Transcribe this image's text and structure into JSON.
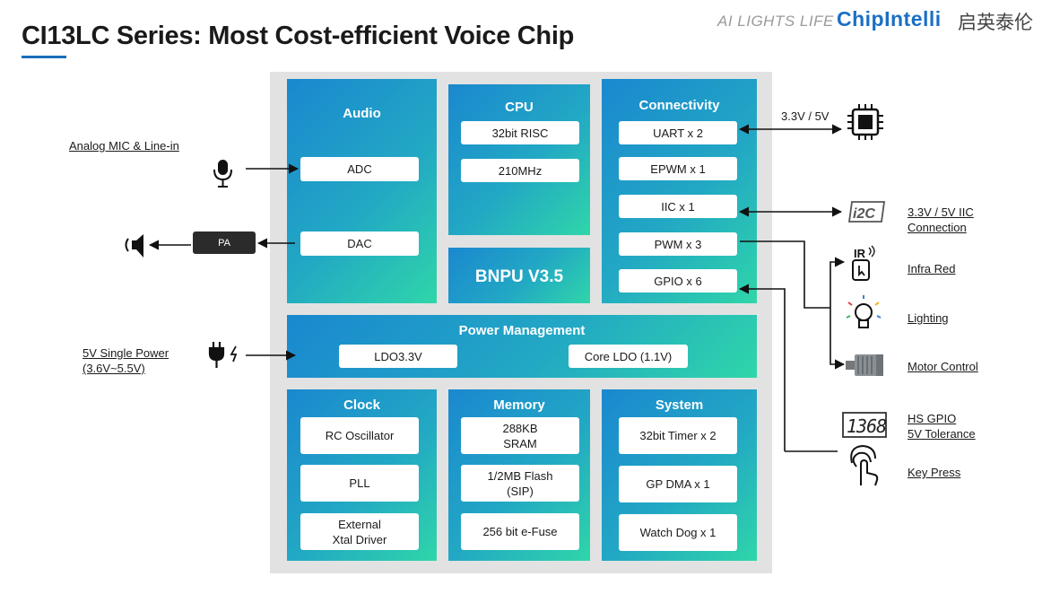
{
  "title": "CI13LC Series: Most Cost-efficient Voice Chip",
  "tagline": "AI LIGHTS LIFE",
  "brand": "ChipIntelli",
  "brand_cn": "启英泰伦",
  "blocks": {
    "audio": {
      "title": "Audio",
      "adc": "ADC",
      "dac": "DAC"
    },
    "cpu": {
      "title": "CPU",
      "core": "32bit RISC",
      "freq": "210MHz"
    },
    "bnpu": {
      "title": "BNPU V3.5"
    },
    "connectivity": {
      "title": "Connectivity",
      "uart": "UART x 2",
      "epwm": "EPWM x 1",
      "iic": "IIC x 1",
      "pwm": "PWM x 3",
      "gpio": "GPIO x 6"
    },
    "power": {
      "title": "Power Management",
      "ldo": "LDO3.3V",
      "core_ldo": "Core LDO (1.1V)"
    },
    "clock": {
      "title": "Clock",
      "rc": "RC Oscillator",
      "pll": "PLL",
      "xtal": "External\nXtal Driver"
    },
    "memory": {
      "title": "Memory",
      "sram": "288KB\nSRAM",
      "flash": "1/2MB Flash\n(SIP)",
      "efuse": "256 bit e-Fuse"
    },
    "system": {
      "title": "System",
      "timer": "32bit Timer x 2",
      "dma": "GP DMA x 1",
      "wdog": "Watch Dog x 1"
    }
  },
  "external": {
    "mic_label": "Analog MIC & Line-in",
    "pa_label": "PA",
    "power_label": "5V Single Power\n(3.6V~5.5V)",
    "uart_voltage": "3.3V / 5V",
    "iic_label": "3.3V / 5V IIC\nConnection",
    "iic_icon_text": "i2C",
    "infra_red": "Infra Red",
    "ir_icon_text": "IR",
    "lighting": "Lighting",
    "motor": "Motor Control",
    "hs_gpio": "HS GPIO\n5V Tolerance",
    "gpio_display": "1368",
    "key_press": "Key Press"
  },
  "colors": {
    "block_start": "#1a88cf",
    "block_end": "#2fd6a9",
    "brand": "#1a6fc4",
    "frame": "#e2e2e2"
  },
  "icons": [
    "microphone-icon",
    "speaker-icon",
    "power-plug-icon",
    "chip-icon",
    "i2c-icon",
    "ir-remote-icon",
    "lightbulb-icon",
    "motor-icon",
    "seven-segment-display-icon",
    "touch-key-icon"
  ]
}
